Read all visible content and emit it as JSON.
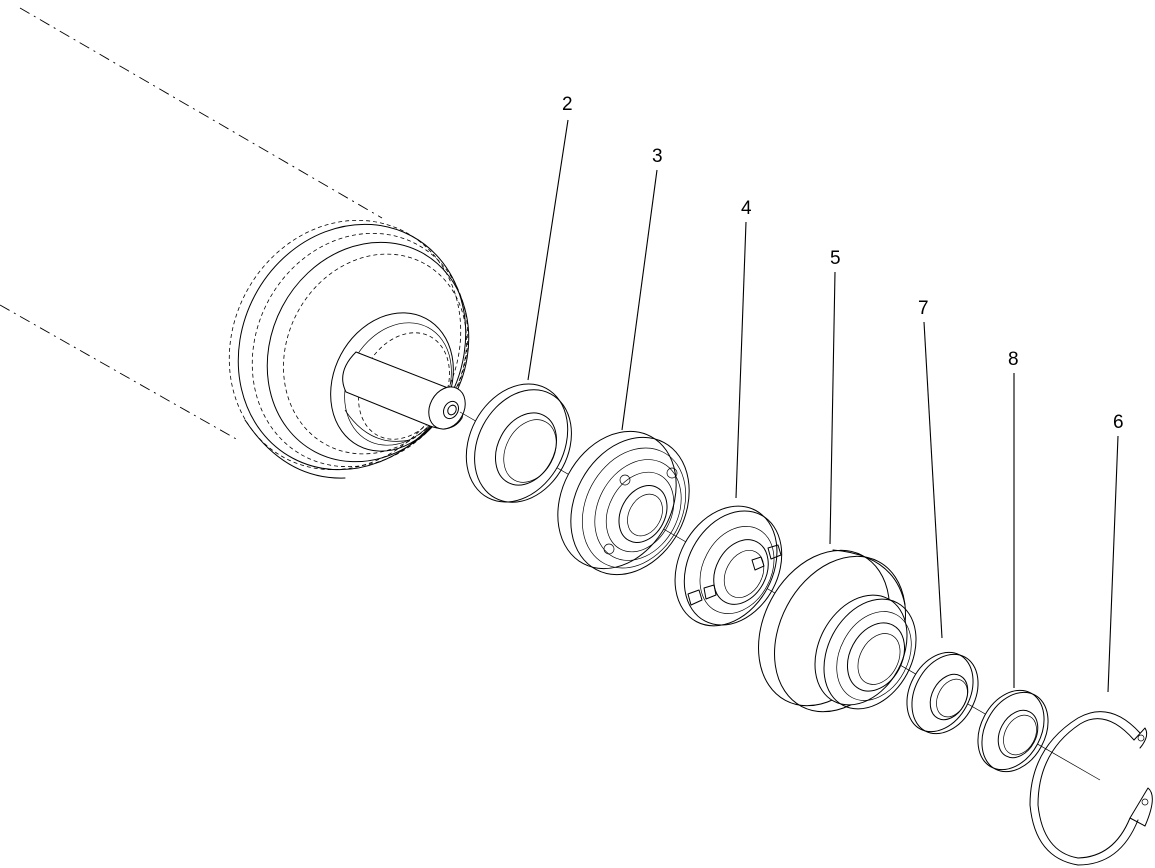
{
  "callouts": [
    {
      "id": "2",
      "label": "2"
    },
    {
      "id": "3",
      "label": "3"
    },
    {
      "id": "4",
      "label": "4"
    },
    {
      "id": "5",
      "label": "5"
    },
    {
      "id": "7",
      "label": "7"
    },
    {
      "id": "8",
      "label": "8"
    },
    {
      "id": "6",
      "label": "6"
    }
  ]
}
